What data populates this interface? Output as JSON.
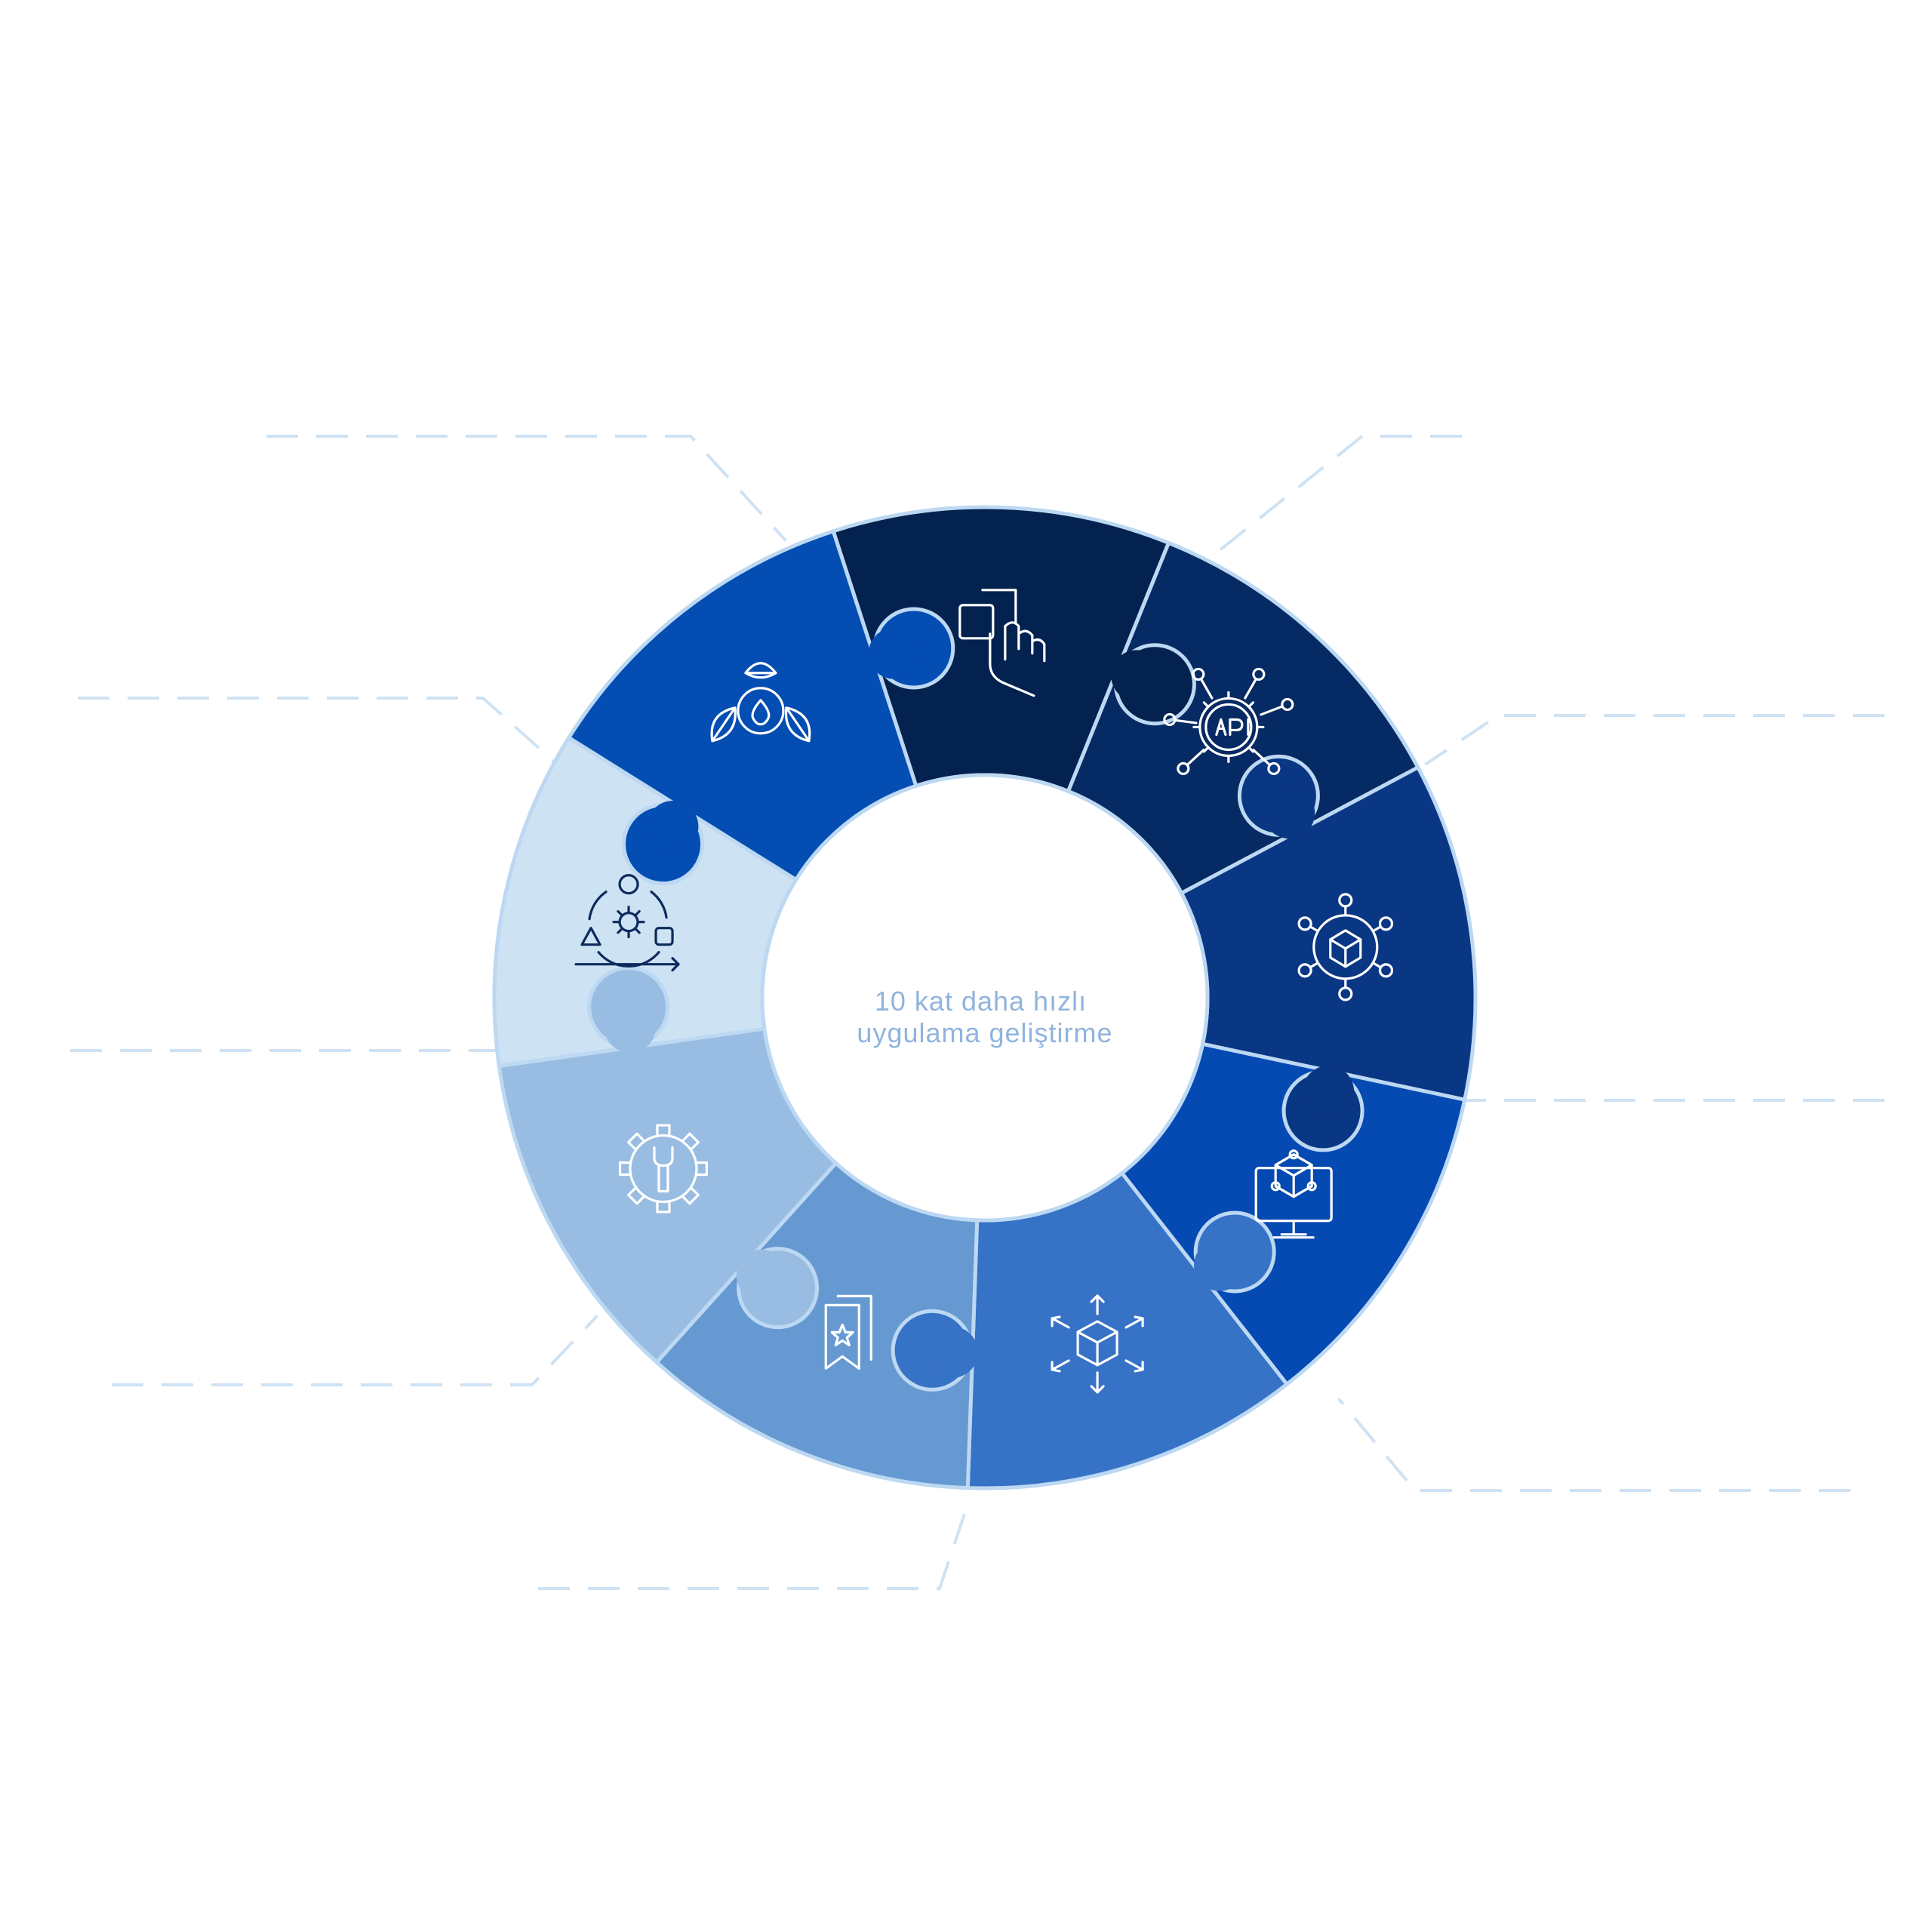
{
  "diagram": {
    "center_lines": [
      "10 kat daha hızlı",
      "uygulama geliştirme"
    ],
    "colors": {
      "center_text": "#8fb4dd",
      "connector": "#cfe2f3",
      "divider": "#bcd8f2",
      "icon_light": "#ffffff",
      "icon_dark": "#0d2a5c"
    },
    "segments": [
      {
        "name": "touch-drag",
        "icon": "touch-drag-icon",
        "color": "#04224f",
        "icon_tone": "light"
      },
      {
        "name": "api-gear",
        "icon": "api-gear-icon",
        "color": "#062a63",
        "icon_tone": "light"
      },
      {
        "name": "network-cube",
        "icon": "network-cube-icon",
        "color": "#0a3784",
        "icon_tone": "light"
      },
      {
        "name": "monitor-cube",
        "icon": "monitor-cube-icon",
        "color": "#054ab3",
        "icon_tone": "light"
      },
      {
        "name": "scalable-cube",
        "icon": "expand-cube-icon",
        "color": "#3672c5",
        "icon_tone": "light"
      },
      {
        "name": "bookmark-star",
        "icon": "bookmark-star-icon",
        "color": "#6699d2",
        "icon_tone": "light"
      },
      {
        "name": "gear-wrench",
        "icon": "gear-wrench-icon",
        "color": "#99bde2",
        "icon_tone": "light"
      },
      {
        "name": "process-cycle",
        "icon": "process-cycle-icon",
        "color": "#cde2f3",
        "icon_tone": "dark"
      },
      {
        "name": "eco-drop",
        "icon": "leaf-drop-icon",
        "color": "#044db3",
        "icon_tone": "light"
      }
    ]
  }
}
